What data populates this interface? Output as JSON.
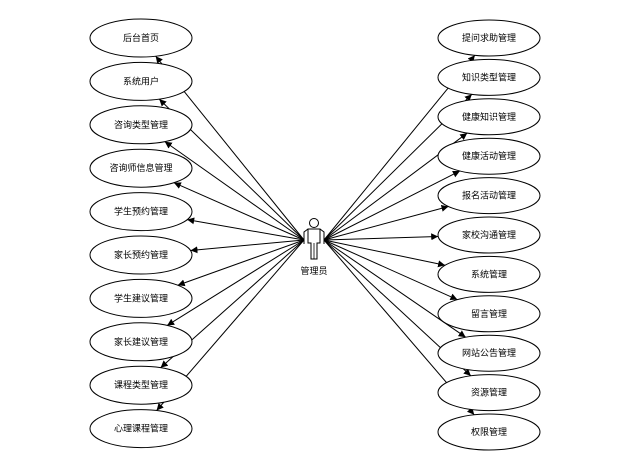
{
  "actor": {
    "label": "管理员"
  },
  "left_use_cases": [
    {
      "label": "后台首页"
    },
    {
      "label": "系统用户"
    },
    {
      "label": "咨询类型管理"
    },
    {
      "label": "咨询师信息管理"
    },
    {
      "label": "学生预约管理"
    },
    {
      "label": "家长预约管理"
    },
    {
      "label": "学生建议管理"
    },
    {
      "label": "家长建议管理"
    },
    {
      "label": "课程类型管理"
    },
    {
      "label": "心理课程管理"
    }
  ],
  "right_use_cases": [
    {
      "label": "提问求助管理"
    },
    {
      "label": "知识类型管理"
    },
    {
      "label": "健康知识管理"
    },
    {
      "label": "健康活动管理"
    },
    {
      "label": "报名活动管理"
    },
    {
      "label": "家校沟通管理"
    },
    {
      "label": "系统管理"
    },
    {
      "label": "留言管理"
    },
    {
      "label": "网站公告管理"
    },
    {
      "label": "资源管理"
    },
    {
      "label": "权限管理"
    }
  ]
}
